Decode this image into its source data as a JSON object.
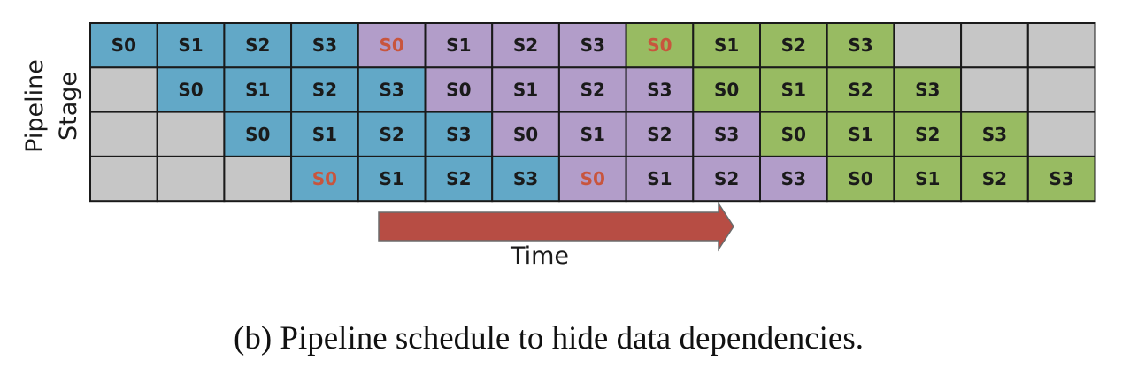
{
  "y_axis_label_line1": "Pipeline",
  "y_axis_label_line2": "Stage",
  "time_label": "Time",
  "caption": "(b) Pipeline schedule to hide data dependencies.",
  "colors": {
    "empty": "#c6c6c6",
    "blue": "#62a8c7",
    "purple": "#b29dc9",
    "green": "#98bb62",
    "text": "#1a1a1a",
    "highlight_text": "#c8553d",
    "grid": "#1a1a1a",
    "arrow": "#b74d44"
  },
  "rows": [
    [
      {
        "label": "S0",
        "color": "blue"
      },
      {
        "label": "S1",
        "color": "blue"
      },
      {
        "label": "S2",
        "color": "blue"
      },
      {
        "label": "S3",
        "color": "blue"
      },
      {
        "label": "S0",
        "color": "purple",
        "highlight": true
      },
      {
        "label": "S1",
        "color": "purple"
      },
      {
        "label": "S2",
        "color": "purple"
      },
      {
        "label": "S3",
        "color": "purple"
      },
      {
        "label": "S0",
        "color": "green",
        "highlight": true
      },
      {
        "label": "S1",
        "color": "green"
      },
      {
        "label": "S2",
        "color": "green"
      },
      {
        "label": "S3",
        "color": "green"
      },
      {
        "label": "",
        "color": "empty"
      },
      {
        "label": "",
        "color": "empty"
      },
      {
        "label": "",
        "color": "empty"
      }
    ],
    [
      {
        "label": "",
        "color": "empty"
      },
      {
        "label": "S0",
        "color": "blue"
      },
      {
        "label": "S1",
        "color": "blue"
      },
      {
        "label": "S2",
        "color": "blue"
      },
      {
        "label": "S3",
        "color": "blue"
      },
      {
        "label": "S0",
        "color": "purple"
      },
      {
        "label": "S1",
        "color": "purple"
      },
      {
        "label": "S2",
        "color": "purple"
      },
      {
        "label": "S3",
        "color": "purple"
      },
      {
        "label": "S0",
        "color": "green"
      },
      {
        "label": "S1",
        "color": "green"
      },
      {
        "label": "S2",
        "color": "green"
      },
      {
        "label": "S3",
        "color": "green"
      },
      {
        "label": "",
        "color": "empty"
      },
      {
        "label": "",
        "color": "empty"
      }
    ],
    [
      {
        "label": "",
        "color": "empty"
      },
      {
        "label": "",
        "color": "empty"
      },
      {
        "label": "S0",
        "color": "blue"
      },
      {
        "label": "S1",
        "color": "blue"
      },
      {
        "label": "S2",
        "color": "blue"
      },
      {
        "label": "S3",
        "color": "blue"
      },
      {
        "label": "S0",
        "color": "purple"
      },
      {
        "label": "S1",
        "color": "purple"
      },
      {
        "label": "S2",
        "color": "purple"
      },
      {
        "label": "S3",
        "color": "purple"
      },
      {
        "label": "S0",
        "color": "green"
      },
      {
        "label": "S1",
        "color": "green"
      },
      {
        "label": "S2",
        "color": "green"
      },
      {
        "label": "S3",
        "color": "green"
      },
      {
        "label": "",
        "color": "empty"
      }
    ],
    [
      {
        "label": "",
        "color": "empty"
      },
      {
        "label": "",
        "color": "empty"
      },
      {
        "label": "",
        "color": "empty"
      },
      {
        "label": "S0",
        "color": "blue",
        "highlight": true
      },
      {
        "label": "S1",
        "color": "blue"
      },
      {
        "label": "S2",
        "color": "blue"
      },
      {
        "label": "S3",
        "color": "blue"
      },
      {
        "label": "S0",
        "color": "purple",
        "highlight": true
      },
      {
        "label": "S1",
        "color": "purple"
      },
      {
        "label": "S2",
        "color": "purple"
      },
      {
        "label": "S3",
        "color": "purple"
      },
      {
        "label": "S0",
        "color": "green"
      },
      {
        "label": "S1",
        "color": "green"
      },
      {
        "label": "S2",
        "color": "green"
      },
      {
        "label": "S3",
        "color": "green"
      }
    ]
  ]
}
